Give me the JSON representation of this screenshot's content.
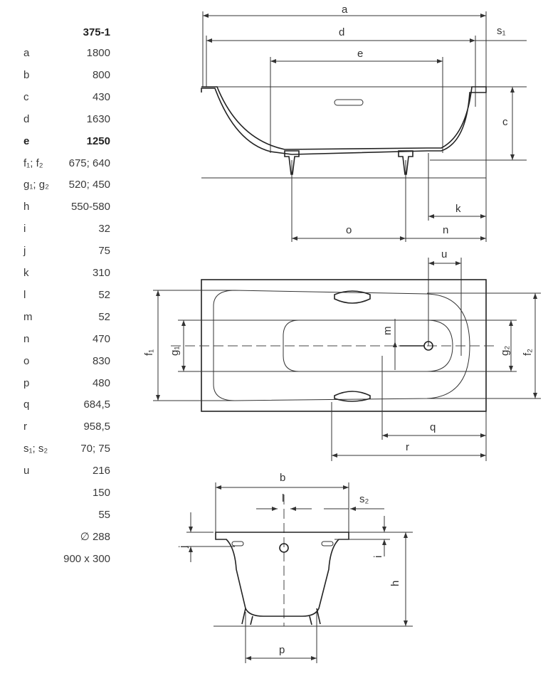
{
  "spec_table": {
    "model": "375-1",
    "rows": [
      {
        "key": "a",
        "value": "1800"
      },
      {
        "key": "b",
        "value": "800"
      },
      {
        "key": "c",
        "value": "430"
      },
      {
        "key": "d",
        "value": "1630"
      },
      {
        "key": "e",
        "value": "1250",
        "bold": true
      },
      {
        "key": "f₁; f₂",
        "value": "675; 640"
      },
      {
        "key": "g₁; g₂",
        "value": "520; 450"
      },
      {
        "key": "h",
        "value": "550-580"
      },
      {
        "key": "i",
        "value": "32"
      },
      {
        "key": "j",
        "value": "75"
      },
      {
        "key": "k",
        "value": "310"
      },
      {
        "key": "l",
        "value": "52"
      },
      {
        "key": "m",
        "value": "52"
      },
      {
        "key": "n",
        "value": "470"
      },
      {
        "key": "o",
        "value": "830"
      },
      {
        "key": "p",
        "value": "480"
      },
      {
        "key": "q",
        "value": "684,5"
      },
      {
        "key": "r",
        "value": "958,5"
      },
      {
        "key": "s₁; s₂",
        "value": "70; 75"
      },
      {
        "key": "u",
        "value": "216"
      },
      {
        "key": "",
        "value": "150"
      },
      {
        "key": "",
        "value": "55"
      },
      {
        "key": "",
        "value": "∅ 288"
      },
      {
        "key": "",
        "value": "900 x 300"
      }
    ]
  },
  "drawing_labels": {
    "a": "a",
    "d": "d",
    "s1": "s₁",
    "e": "e",
    "c": "c",
    "k": "k",
    "o": "o",
    "n": "n",
    "u": "u",
    "f1": "f₁",
    "g1": "g₁",
    "m": "m",
    "g2": "g₂",
    "f2": "f₂",
    "q": "q",
    "r": "r",
    "b": "b",
    "l": "l",
    "s2": "s₂",
    "j": "j",
    "i": "i",
    "h": "h",
    "p": "p"
  }
}
